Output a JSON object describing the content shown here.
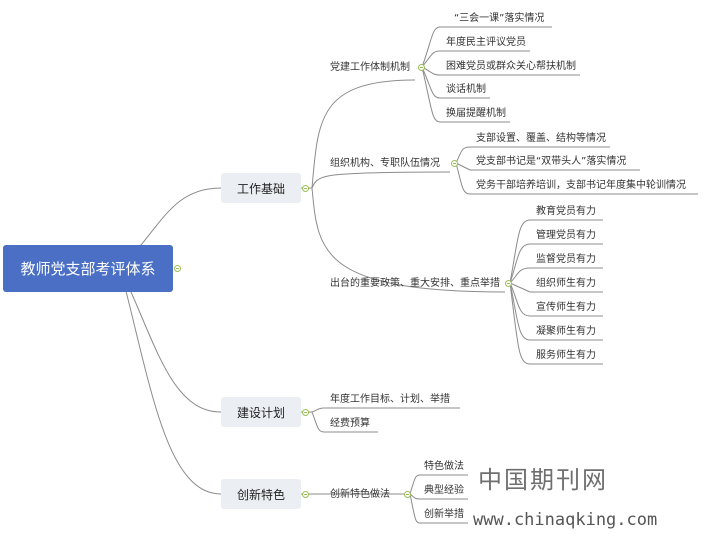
{
  "root": "教师党支部考评体系",
  "categories": [
    {
      "label": "工作基础",
      "groups": [
        {
          "label": "党建工作体制机制",
          "items": [
            "“三会一课”落实情况",
            "年度民主评议党员",
            "困难党员或群众关心帮扶机制",
            "谈话机制",
            "换届提醒机制"
          ]
        },
        {
          "label": "组织机构、专职队伍情况",
          "items": [
            "支部设置、覆盖、结构等情况",
            "党支部书记是“双带头人”落实情况",
            "党务干部培养培训，支部书记年度集中轮训情况"
          ]
        },
        {
          "label": "出台的重要政策、重大安排、重点举措",
          "items": [
            "教育党员有力",
            "管理党员有力",
            "监督党员有力",
            "组织师生有力",
            "宣传师生有力",
            "凝聚师生有力",
            "服务师生有力"
          ]
        }
      ]
    },
    {
      "label": "建设计划",
      "items": [
        "年度工作目标、计划、举措",
        "经费预算"
      ]
    },
    {
      "label": "创新特色",
      "groups": [
        {
          "label": "创新特色做法",
          "items": [
            "特色做法",
            "典型经验",
            "创新举措"
          ]
        }
      ]
    }
  ],
  "watermark": {
    "cn": "中国期刊网",
    "url": "www.chinaqking.com"
  },
  "colors": {
    "root_fill": "#4a6fc4",
    "branch_fill": "#ebeef3",
    "line": "#8c8c8c",
    "toggle": "#9bbf58"
  }
}
